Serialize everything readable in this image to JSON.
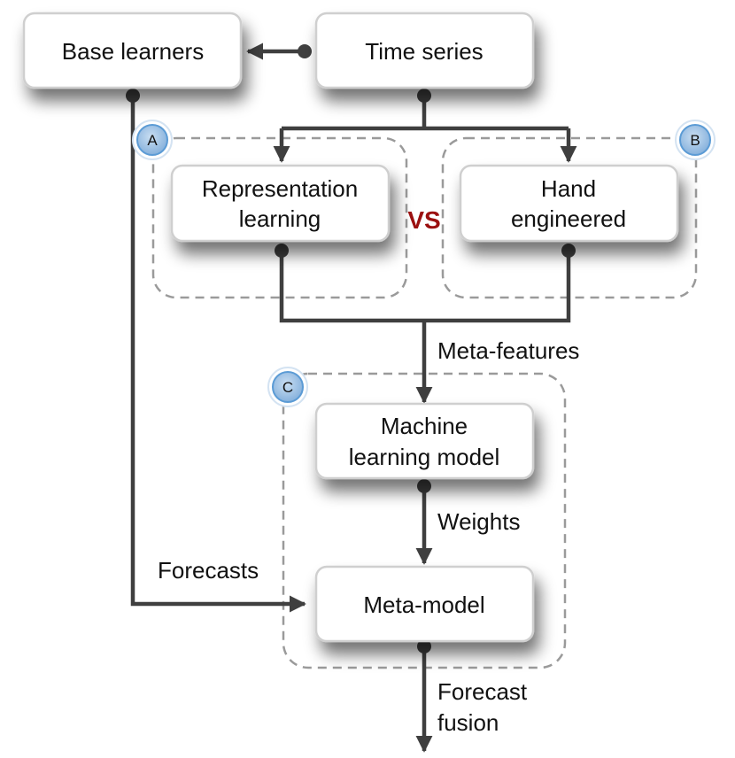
{
  "nodes": {
    "base_learners": "Base learners",
    "time_series": "Time series",
    "representation_learning": [
      "Representation",
      "learning"
    ],
    "hand_engineered": [
      "Hand",
      "engineered"
    ],
    "ml_model": [
      "Machine",
      "learning model"
    ],
    "meta_model": "Meta-model"
  },
  "separator": "VS",
  "badges": {
    "a": "A",
    "b": "B",
    "c": "C"
  },
  "edge_labels": {
    "meta_features": "Meta-features",
    "weights": "Weights",
    "forecasts": "Forecasts",
    "forecast_fusion": [
      "Forecast",
      "fusion"
    ]
  },
  "colors": {
    "vs": "#9b1010",
    "line": "#3f3f3f",
    "badge_fill": "#a8c8e8",
    "badge_ring": "#5b9bd5"
  }
}
